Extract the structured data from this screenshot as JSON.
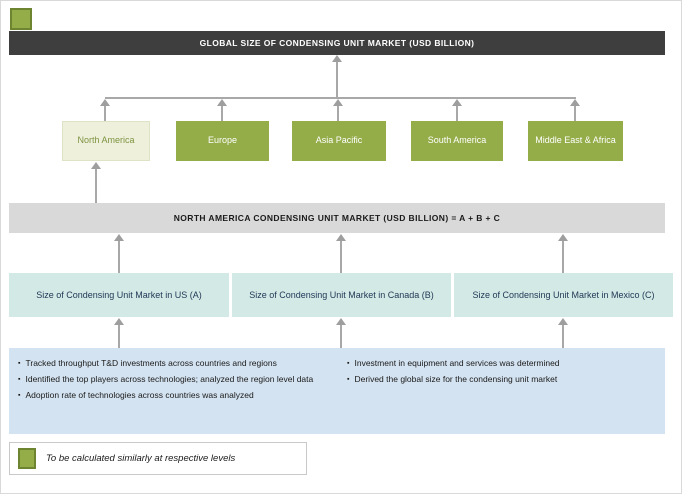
{
  "colors": {
    "dark_bar_bg": "#3e3e3e",
    "region_green": "#94ad49",
    "region_highlight_bg": "#eef0dc",
    "region_highlight_text": "#7d9340",
    "gray_bar_bg": "#d9d9d9",
    "country_box_bg": "#d3e9e6",
    "methodology_box_bg": "#d4e3f1",
    "arrow_color": "#a8a8a8",
    "legend_square": "#94ad49"
  },
  "top_bar": {
    "label": "GLOBAL SIZE OF CONDENSING UNIT MARKET (USD BILLION)"
  },
  "regions": [
    {
      "label": "North America",
      "highlighted": true
    },
    {
      "label": "Europe",
      "highlighted": false
    },
    {
      "label": "Asia Pacific",
      "highlighted": false
    },
    {
      "label": "South America",
      "highlighted": false
    },
    {
      "label": "Middle East & Africa",
      "highlighted": false
    }
  ],
  "mid_bar": {
    "label": "NORTH AMERICA CONDENSING UNIT MARKET (USD BILLION) = A + B + C"
  },
  "country_boxes": [
    {
      "label": "Size of Condensing Unit Market in US (A)"
    },
    {
      "label": "Size of Condensing Unit Market in Canada (B)"
    },
    {
      "label": "Size of Condensing Unit Market in Mexico (C)"
    }
  ],
  "methodology": {
    "left_bullets": [
      "Tracked throughput T&D investments across countries and regions",
      "Identified the top players across technologies; analyzed  the region level data",
      "Adoption rate of technologies across countries was analyzed"
    ],
    "right_bullets": [
      "Investment in equipment and services was determined",
      "Derived the global size for the condensing unit market"
    ]
  },
  "legend": {
    "label": "To be calculated similarly at respective levels"
  }
}
